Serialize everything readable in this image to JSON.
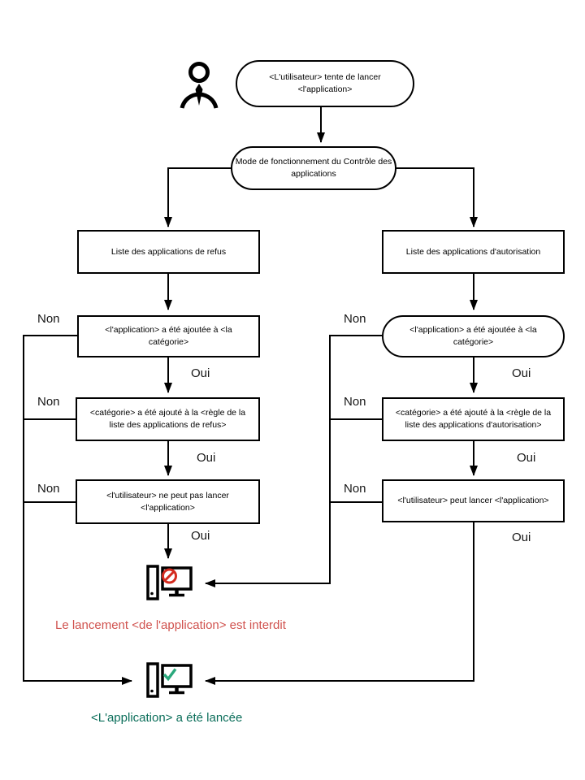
{
  "labels": {
    "non": "Non",
    "oui": "Oui"
  },
  "nodes": {
    "start": "<L'utilisateur> tente de lancer\n<l'application>",
    "mode": "Mode de fonctionnement du Contrôle des\napplications",
    "deny_list": "Liste des applications de refus",
    "allow_list": "Liste des applications d'autorisation",
    "deny_app_added": "<l'application> a été ajoutée à <la\ncatégorie>",
    "allow_app_added": "<l'application> a été ajoutée à <la\ncatégorie>",
    "deny_category_added": "<catégorie> a été ajouté à la <règle de la\nliste des applications de refus>",
    "allow_category_added": "<catégorie> a été ajouté à la <règle de la\nliste des applications d'autorisation>",
    "deny_user_cannot": "<l'utilisateur> ne peut pas lancer\n<l'application>",
    "allow_user_can": "<l'utilisateur> peut lancer <l'application>"
  },
  "outcomes": {
    "blocked": "Le lancement <de l'application> est interdit",
    "launched": "<L'application> a été lancée"
  },
  "colors": {
    "blocked_text": "#d0524e",
    "launched_text": "#0b6e5a",
    "prohibition": "#d42b1f",
    "check": "#2aa87c",
    "line": "#000000"
  }
}
